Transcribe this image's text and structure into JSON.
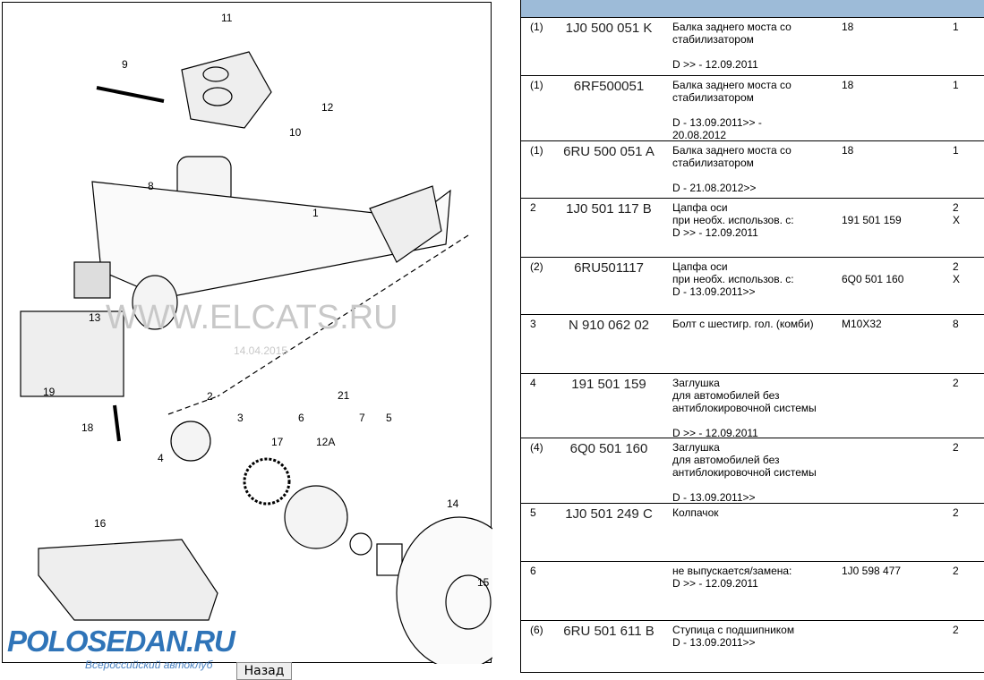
{
  "diagram": {
    "callouts": [
      "11",
      "9",
      "12",
      "10",
      "8",
      "1",
      "13",
      "19",
      "18",
      "2",
      "3",
      "4",
      "21",
      "6",
      "7",
      "5",
      "17",
      "12A",
      "14",
      "15",
      "16"
    ],
    "watermark": "WWW.ELCATS.RU",
    "watermark_date": "14.04.2015"
  },
  "logo": {
    "title": "POLOSEDAN.RU",
    "subtitle": "Всероссийский автоклуб"
  },
  "back_button": "Назад",
  "table": {
    "rows": [
      {
        "num": "(1)",
        "part": "1J0 500 051 K",
        "desc": "Балка заднего моста со\nстабилизатором\n\nD >> - 12.09.2011",
        "info": "18",
        "qty": "1"
      },
      {
        "num": "(1)",
        "part": "6RF500051",
        "desc": "Балка заднего моста со\nстабилизатором\n\nD - 13.09.2011>> -\n20.08.2012",
        "info": "18",
        "qty": "1"
      },
      {
        "num": "(1)",
        "part": "6RU 500 051 A",
        "desc": "Балка заднего моста со\nстабилизатором\n\nD - 21.08.2012>>",
        "info": "18",
        "qty": "1"
      },
      {
        "num": "2",
        "part": "1J0 501 117 B",
        "desc": "Цапфа оси\nпри необх. использов. с:\nD >> - 12.09.2011",
        "info": "\n191 501 159",
        "qty": "2\nX"
      },
      {
        "num": "(2)",
        "part": "6RU501117",
        "desc": "Цапфа оси\nпри необх. использов. с:\nD - 13.09.2011>>",
        "info": "\n6Q0 501 160",
        "qty": "2\nX"
      },
      {
        "num": "3",
        "part": "N 910 062 02",
        "desc": "Болт с шестигр. гол. (комби)",
        "info": "M10X32",
        "qty": "8"
      },
      {
        "num": "4",
        "part": "191 501 159",
        "desc": "Заглушка\nдля автомобилей без\nантиблокировочной системы\n\nD >> - 12.09.2011",
        "info": "",
        "qty": "2"
      },
      {
        "num": "(4)",
        "part": "6Q0 501 160",
        "desc": "Заглушка\nдля автомобилей без\nантиблокировочной системы\n\nD - 13.09.2011>>",
        "info": "",
        "qty": "2"
      },
      {
        "num": "5",
        "part": "1J0 501 249 C",
        "desc": "Колпачок",
        "info": "",
        "qty": "2"
      },
      {
        "num": "6",
        "part": "",
        "desc": "не выпускается/замена:\nD >> - 12.09.2011",
        "info": "1J0 598 477",
        "qty": "2"
      },
      {
        "num": "(6)",
        "part": "6RU 501 611 B",
        "desc": "Ступица с подшипником\nD - 13.09.2011>>",
        "info": "",
        "qty": "2"
      }
    ]
  }
}
